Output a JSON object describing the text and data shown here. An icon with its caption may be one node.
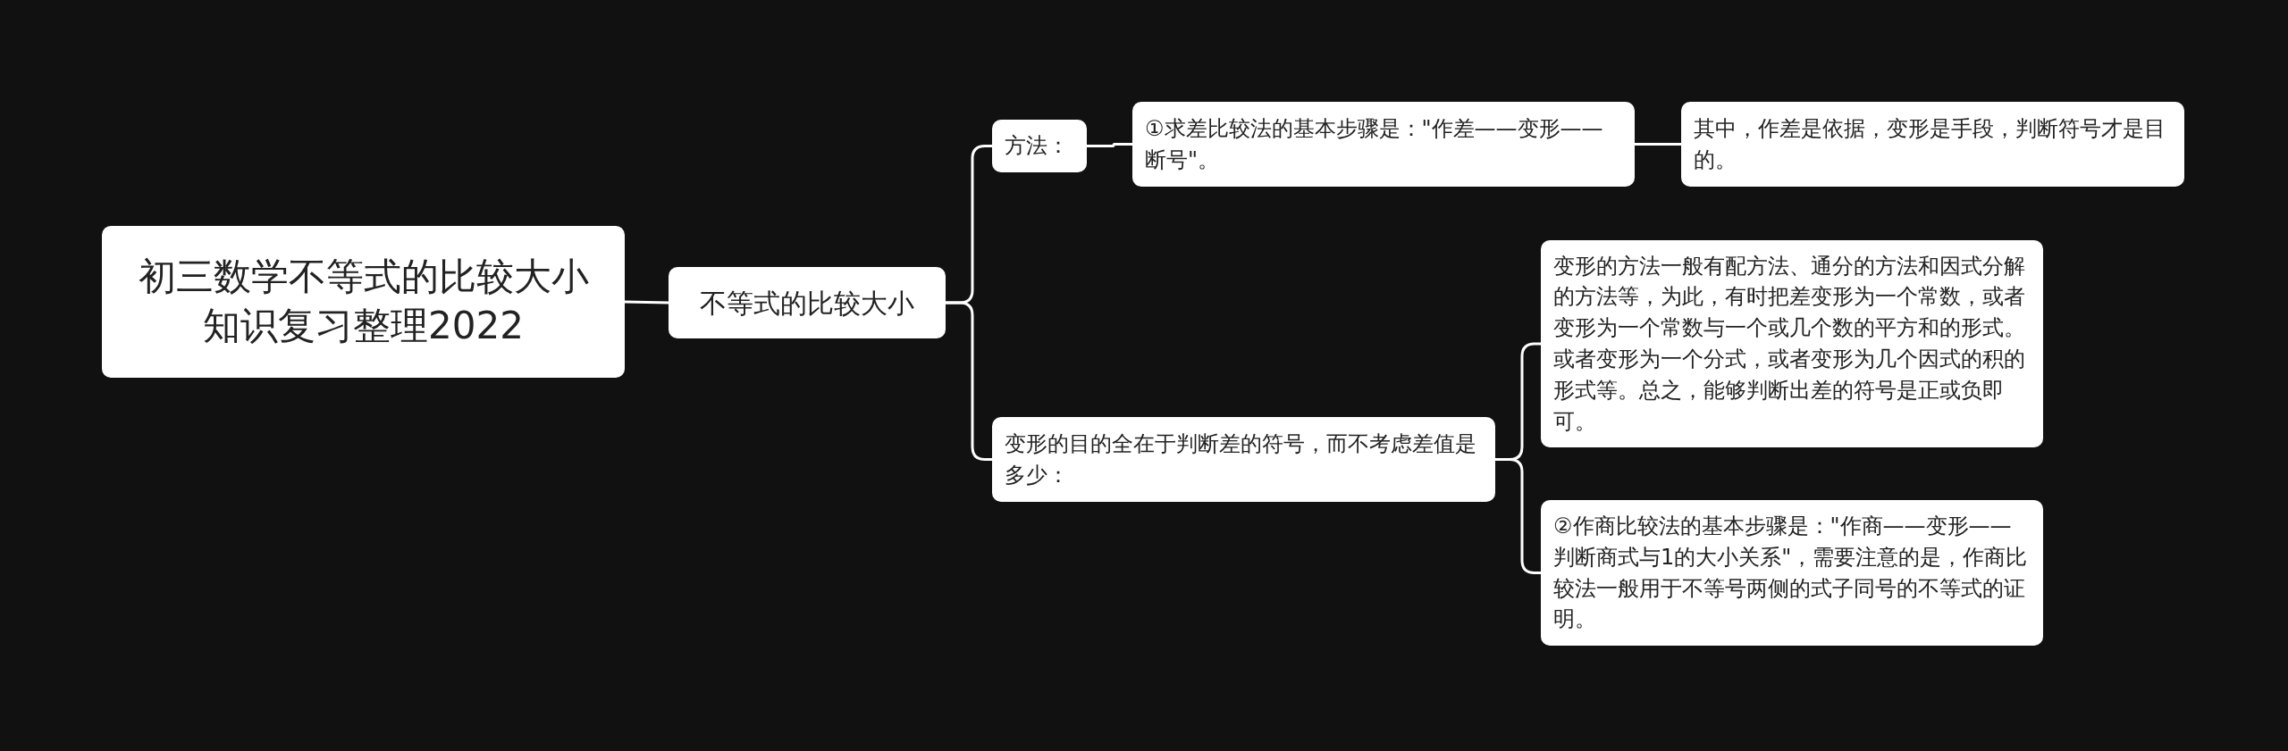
{
  "diagram": {
    "nodes": [
      {
        "text": [
          "初三数学不等式的比较大小知识复习整理2022"
        ]
      },
      {
        "text": [
          "不等式的比较大小"
        ]
      },
      {
        "text": [
          "方法："
        ]
      },
      {
        "text": [
          "①求差比较法的基本步骤是：\"作差——变形——断号\"。"
        ]
      },
      {
        "text": [
          "其中，作差是依据，变形是手段，判断符号才是目的。"
        ]
      },
      {
        "text": [
          "变形的目的全在于判断差的符号，而不考虑差值是多少："
        ]
      },
      {
        "text": [
          "变形的方法一般有配方法、通分的方法和因式分解的方法等，为此，有时把差变形为一个常数，或者变形为一个常数与一个或几个数的平方和的形式。或者变形为一个分式，或者变形为几个因式的积的形式等。总之，能够判断出差的符号是正或负即可。"
        ]
      },
      {
        "text": [
          "②作商比较法的基本步骤是：\"作商——变形——判断商式与1的大小关系\"，需要注意的是，作商比较法一般用于不等号两侧的式子同号的不等式的证明。"
        ]
      }
    ],
    "edges": [
      {
        "from": 0,
        "to": 1,
        "arrow": "none"
      },
      {
        "from": 1,
        "to": 2,
        "arrow": "none"
      },
      {
        "from": 2,
        "to": 3,
        "arrow": "none"
      },
      {
        "from": 3,
        "to": 4,
        "arrow": "none"
      },
      {
        "from": 1,
        "to": 5,
        "arrow": "none"
      },
      {
        "from": 5,
        "to": 6,
        "arrow": "none"
      },
      {
        "from": 5,
        "to": 7,
        "arrow": "none"
      }
    ]
  }
}
